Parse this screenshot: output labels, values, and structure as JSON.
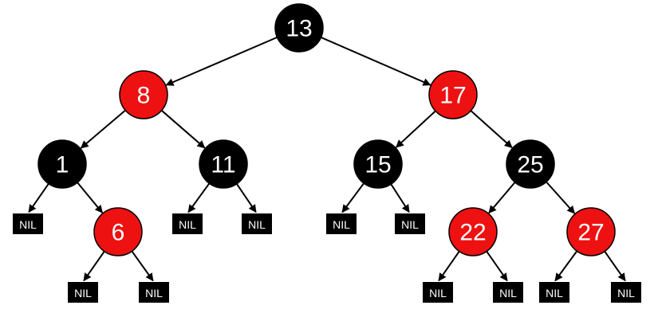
{
  "colors": {
    "black_node": "#000000",
    "red_node": "#ee1111",
    "nil_fill": "#000000",
    "edge": "#000000",
    "label": "#ffffff"
  },
  "nil_label": "NIL",
  "nodes": [
    {
      "id": "n13",
      "label": "13",
      "color": "black",
      "left": "n8",
      "right": "n17"
    },
    {
      "id": "n8",
      "label": "8",
      "color": "red",
      "left": "n1",
      "right": "n11"
    },
    {
      "id": "n17",
      "label": "17",
      "color": "red",
      "left": "n15",
      "right": "n25"
    },
    {
      "id": "n1",
      "label": "1",
      "color": "black",
      "left": "nil",
      "right": "n6"
    },
    {
      "id": "n11",
      "label": "11",
      "color": "black",
      "left": "nil",
      "right": "nil"
    },
    {
      "id": "n15",
      "label": "15",
      "color": "black",
      "left": "nil",
      "right": "nil"
    },
    {
      "id": "n25",
      "label": "25",
      "color": "black",
      "left": "n22",
      "right": "n27"
    },
    {
      "id": "n6",
      "label": "6",
      "color": "red",
      "left": "nil",
      "right": "nil"
    },
    {
      "id": "n22",
      "label": "22",
      "color": "red",
      "left": "nil",
      "right": "nil"
    },
    {
      "id": "n27",
      "label": "27",
      "color": "red",
      "left": "nil",
      "right": "nil"
    }
  ]
}
